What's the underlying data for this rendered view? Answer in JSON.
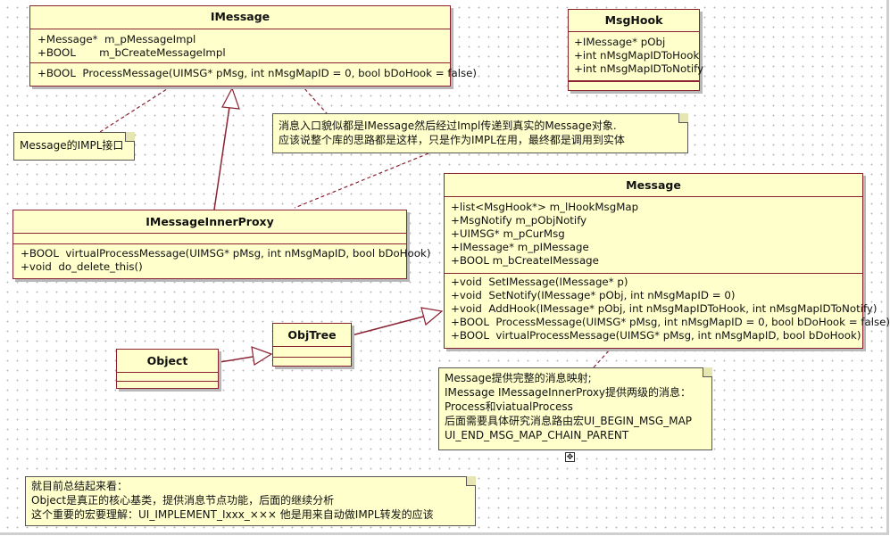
{
  "classes": {
    "imessage": {
      "name": "IMessage",
      "attributes": [
        "+Message*  m_pMessageImpl",
        "+BOOL       m_bCreateMessageImpl"
      ],
      "operations": [
        "+BOOL  ProcessMessage(UIMSG* pMsg, int nMsgMapID = 0, bool bDoHook = false)"
      ]
    },
    "msghook": {
      "name": "MsgHook",
      "attributes": [
        "+IMessage* pObj",
        "+int nMsgMapIDToHook",
        "+int nMsgMapIDToNotify"
      ]
    },
    "inner_proxy": {
      "name": "IMessageInnerProxy",
      "operations": [
        "+BOOL  virtualProcessMessage(UIMSG* pMsg, int nMsgMapID, bool bDoHook)",
        "+void  do_delete_this()"
      ]
    },
    "message": {
      "name": "Message",
      "attributes": [
        "+list<MsgHook*> m_lHookMsgMap",
        "+MsgNotify m_pObjNotify",
        "+UIMSG* m_pCurMsg",
        "+IMessage* m_pIMessage",
        "+BOOL m_bCreateIMessage"
      ],
      "operations": [
        "+void  SetIMessage(IMessage* p)",
        "+void  SetNotify(IMessage* pObj, int nMsgMapID = 0)",
        "+void  AddHook(IMessage* pObj, int nMsgMapIDToHook, int nMsgMapIDToNotify)",
        "+BOOL  ProcessMessage(UIMSG* pMsg, int nMsgMapID = 0, bool bDoHook = false)",
        "+BOOL  virtualProcessMessage(UIMSG* pMsg, int nMsgMapID, bool bDoHook)"
      ]
    },
    "objtree": {
      "name": "ObjTree"
    },
    "object": {
      "name": "Object"
    }
  },
  "notes": {
    "impl_note": [
      "Message的IMPL接口"
    ],
    "entry_note": [
      "消息入口貌似都是IMessage然后经过Impl传递到真实的Message对象.",
      "应该说整个库的思路都是这样，只是作为IMPL在用，最终都是调用到实体"
    ],
    "message_note": [
      "Message提供完整的消息映射;",
      "IMessage IMessageInnerProxy提供两级的消息：",
      "Process和viatualProcess",
      "后面需要具体研究消息路由宏UI_BEGIN_MSG_MAP",
      "UI_END_MSG_MAP_CHAIN_PARENT"
    ],
    "summary_note": [
      "就目前总结起来看：",
      "Object是真正的核心基类，提供消息节点功能，后面的继续分析",
      "这个重要的宏要理解：UI_IMPLEMENT_Ixxx_××× 他是用来自动做IMPL转发的应该"
    ]
  },
  "colors": {
    "class_fill": "#ffffcc",
    "class_border": "#8a2232",
    "note_border": "#555555"
  }
}
